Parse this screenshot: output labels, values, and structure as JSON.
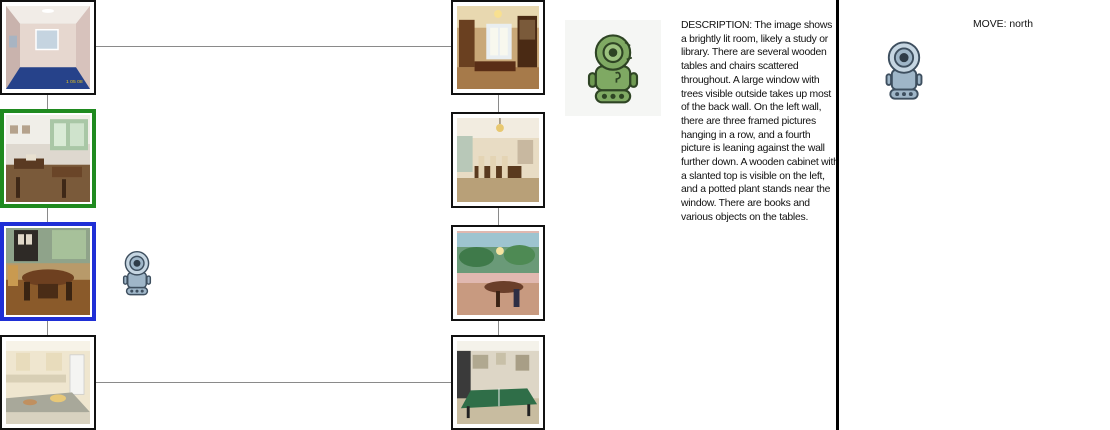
{
  "graph": {
    "nodes": [
      {
        "id": "bedroom",
        "scene": "room with pink walls, window and blue carpet"
      },
      {
        "id": "dining-room",
        "scene": "dining room with wooden tables and windows",
        "status": "selected-green"
      },
      {
        "id": "study-room",
        "scene": "room with round wooden table and chairs",
        "status": "current-blue"
      },
      {
        "id": "kitchen",
        "scene": "kitchen with granite island and white cabinets"
      },
      {
        "id": "formal-dining",
        "scene": "formal dining room with chandelier and cabinets"
      },
      {
        "id": "dining-room-2",
        "scene": "dining room with long table and chandelier"
      },
      {
        "id": "mural-room",
        "scene": "room with tropical wall mural and table"
      },
      {
        "id": "game-room",
        "scene": "game room with green ping pong table"
      }
    ],
    "agent_location": "study-room"
  },
  "description": {
    "text": "DESCRIPTION: The image shows a brightly lit room, likely a study or library. There are several wooden tables and chairs scattered throughout. A large window with trees visible outside takes up most of the back wall. On the left wall, there are three framed pictures hanging in a row, and a fourth picture is leaning against the wall further down. A wooden cabinet with a slanted top is visible on the left, and a potted plant stands near the window. There are books and various objects on the tables."
  },
  "action": {
    "text": "MOVE: north"
  },
  "colors": {
    "selected_green": "#1f8a1f",
    "current_blue": "#1f2fd6",
    "robot_blue": "#9fb6c8",
    "robot_green": "#6f9a52",
    "line": "#8a8a8a"
  },
  "icons": {
    "map_agent": "robot-icon",
    "describer": "green-robot-icon",
    "actor": "robot-icon"
  }
}
